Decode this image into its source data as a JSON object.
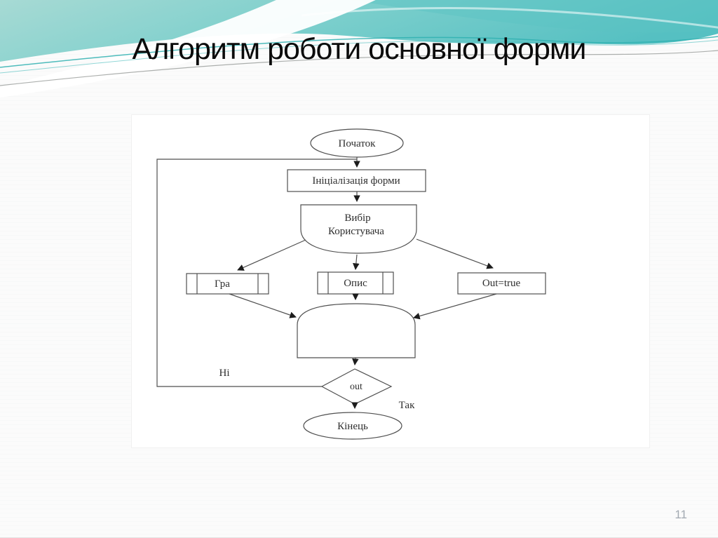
{
  "slide": {
    "title": "Алгоритм роботи основної форми",
    "page_number": "11"
  },
  "theme": {
    "teal_light": "#a7dad4",
    "teal_mid": "#74cbca",
    "teal_deep": "#55c0c2",
    "accent_line_teal": "#2fb0b0",
    "accent_line_gray": "#8a8f8c",
    "diagram_stroke": "#4f4f4f",
    "diagram_text_color": "#2e2e2e",
    "page_number_color": "#a3aab2"
  },
  "flowchart": {
    "nodes": {
      "start": {
        "type": "terminator",
        "label": "Початок"
      },
      "init": {
        "type": "process",
        "label": "Ініціалізація форми"
      },
      "user_choice": {
        "type": "menu",
        "label_line1": "Вибір",
        "label_line2": "Користувача"
      },
      "game": {
        "type": "predefined-process",
        "label": "Гра"
      },
      "description": {
        "type": "predefined-process",
        "label": "Опис"
      },
      "out_true": {
        "type": "process",
        "label": "Out=true"
      },
      "out_decision": {
        "type": "decision",
        "label": "out"
      },
      "end": {
        "type": "terminator",
        "label": "Кінець"
      }
    },
    "edge_labels": {
      "no": "Ні",
      "yes": "Так"
    }
  }
}
